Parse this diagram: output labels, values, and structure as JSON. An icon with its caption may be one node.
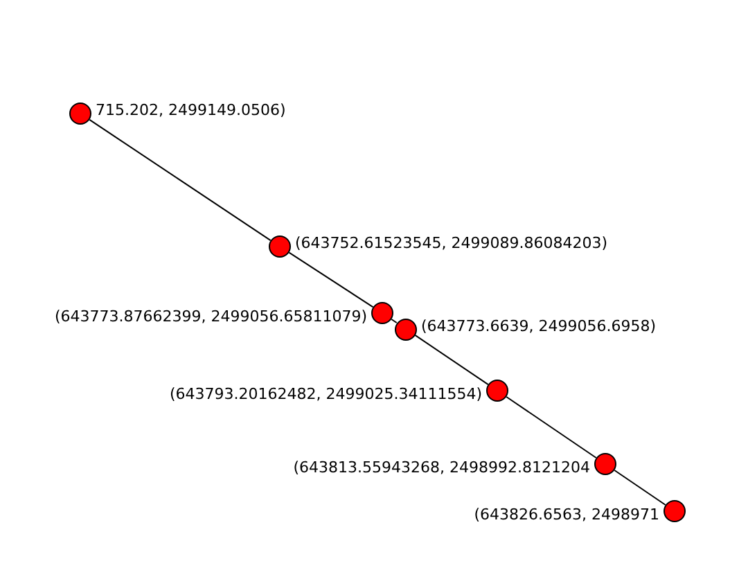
{
  "diagram": {
    "nodes": [
      {
        "text": [],
        "shape": "circle",
        "beside": [
          "715.202, 2499149.0506)"
        ]
      },
      {
        "text": [],
        "shape": "circle",
        "beside": [
          "(643752.61523545, 2499089.86084203)"
        ]
      },
      {
        "text": [],
        "shape": "circle",
        "beside": [
          "(643773.87662399, 2499056.65811079)"
        ]
      },
      {
        "text": [],
        "shape": "circle",
        "beside": [
          "(643773.6639, 2499056.6958)"
        ]
      },
      {
        "text": [],
        "shape": "circle",
        "beside": [
          "(643793.20162482, 2499025.34111554)"
        ]
      },
      {
        "text": [],
        "shape": "circle",
        "beside": [
          "(643813.55943268, 2498992.8121204"
        ]
      },
      {
        "text": [],
        "shape": "circle",
        "beside": [
          "(643826.6563, 2498971"
        ]
      }
    ],
    "edges": [
      {
        "from": 0,
        "to": 1,
        "arrow": "none"
      },
      {
        "from": 1,
        "to": 2,
        "arrow": "none"
      },
      {
        "from": 2,
        "to": 3,
        "arrow": "none"
      },
      {
        "from": 3,
        "to": 4,
        "arrow": "none"
      },
      {
        "from": 4,
        "to": 5,
        "arrow": "none"
      },
      {
        "from": 5,
        "to": 6,
        "arrow": "none"
      }
    ]
  }
}
